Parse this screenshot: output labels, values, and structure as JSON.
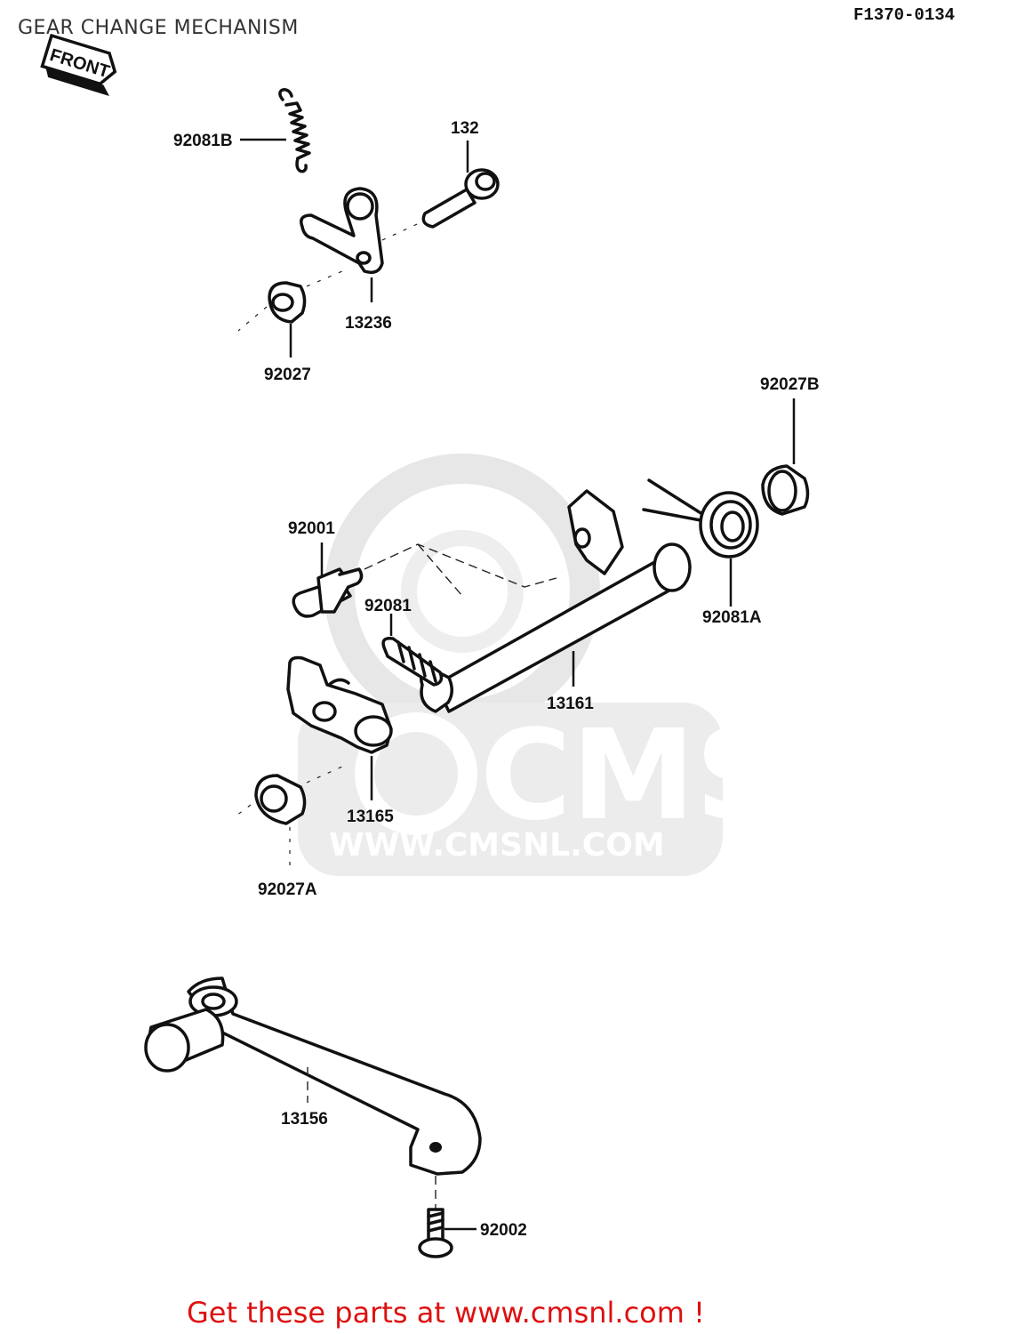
{
  "header": {
    "title": "GEAR CHANGE MECHANISM",
    "diagram_code": "F1370-0134"
  },
  "front_tag": {
    "label": "FRONT"
  },
  "watermark": {
    "logo_text": "CMS",
    "url_text": "WWW.CMSNL.COM",
    "color": "#e6e6e6"
  },
  "parts": {
    "p_92081B": "92081B",
    "p_132": "132",
    "p_13236": "13236",
    "p_92027": "92027",
    "p_92027B": "92027B",
    "p_92001": "92001",
    "p_92081": "92081",
    "p_92081A": "92081A",
    "p_13161": "13161",
    "p_13165": "13165",
    "p_92027A": "92027A",
    "p_13156": "13156",
    "p_92002": "92002"
  },
  "footer": {
    "text": "Get these parts at www.cmsnl.com !",
    "color": "#dd1111"
  }
}
